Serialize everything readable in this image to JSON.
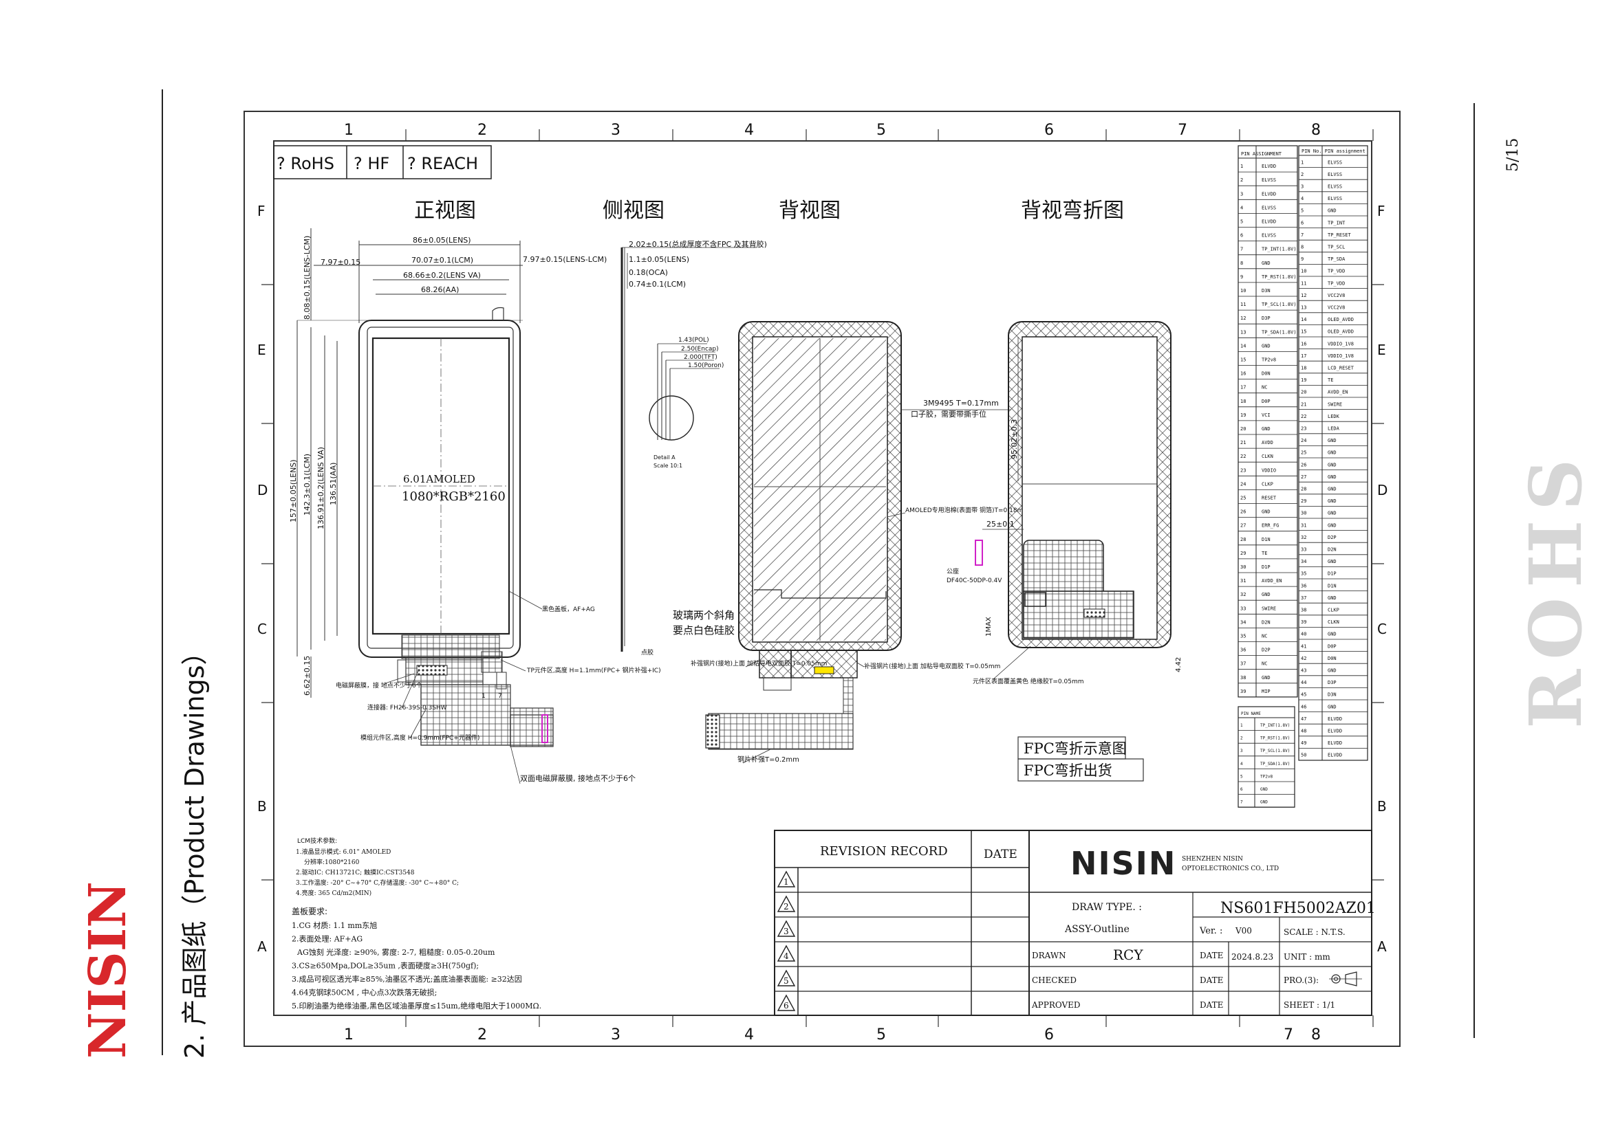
{
  "page": {
    "page_number": "5/15",
    "brand": "NISIN",
    "section_title": "2. 产品图纸（Product Drawings）",
    "watermark": "ROHS"
  },
  "colors": {
    "brand_red": "#d8272b",
    "ink": "#111111",
    "watermark": "#d6d6d6",
    "highlight": "#ffe600",
    "magenta": "#d020c8"
  },
  "grid": {
    "columns": [
      "1",
      "2",
      "3",
      "4",
      "5",
      "6",
      "7",
      "8"
    ],
    "rows": [
      "F",
      "E",
      "D",
      "C",
      "B",
      "A"
    ]
  },
  "compliance": [
    "? RoHS",
    "? HF",
    "? REACH"
  ],
  "views": {
    "front": "正视图",
    "side": "侧视图",
    "back": "背视图",
    "back_bent": "背视弯折图"
  },
  "front_dims": {
    "lens_w": "86±0.05(LENS)",
    "lcm_w": "70.07±0.1(LCM)",
    "va_w": "68.66±0.2(LENS VA)",
    "aa_w": "68.26(AA)",
    "left_gap": "7.97±0.15",
    "right_gap": "7.97±0.15(LENS-LCM)",
    "top_gap": "8.08±0.15(LENS-LCM)",
    "lens_h": "157±0.05(LENS)",
    "lcm_h": "142.3±0.1(LCM)",
    "va_h": "136.91±0.2(LENS VA)",
    "aa_h": "136.51(AA)",
    "bottom_gap": "6.62±0.15",
    "display_size": "6.01AMOLED",
    "resolution": "1080*RGB*2160",
    "note_cover": "黑色盖板，AF+AG",
    "note_tp": "TP元件区,高度 H=1.1mm(FPC+ 钢片补强+IC)",
    "note_shield": "电磁屏蔽膜，接 地点不少于6个",
    "note_connector": "连接器: FH26-39S-0.3SHW",
    "note_module": "模组元件区,高度 H=0.9mm(FPC+元器件)",
    "note_emi": "双面电磁屏蔽膜, 接地点不少于6个",
    "pin1": "1",
    "pin7": "7"
  },
  "side_dims": {
    "total": "2.02±0.15(总成厚度不含FPC 及其背胶)",
    "lens": "1.1±0.05(LENS)",
    "oca": "0.18(OCA)",
    "lcm": "0.74±0.1(LCM)",
    "pol": "1.43(POL)",
    "encap": "2.50(Encap)",
    "tft": "2.000(TFT)",
    "poron": "1.50(Poron)",
    "detail": "Detail A",
    "scale": "Scale 10:1",
    "glue": "点胶",
    "glass_note1": "玻璃两个斜角",
    "glass_note2": "要点白色硅胶"
  },
  "back_notes": {
    "tape": "3M9495 T=0.17mm",
    "tape2": "口子胶，需要带撕手位",
    "foam": "AMOLED专用泡棉(表面带 铜箔)T=0.18mm",
    "stiffener1": "补强钢片(接地)上面 加粘导电双面胶 T=0.05mm",
    "stiffener2": "补强钢片(接地)上面 加粘导电双面胶 T=0.05mm",
    "steel": "钢片补强T=0.2mm",
    "female": "公座",
    "connector": "DF40C-50DP-0.4V",
    "dim_25": "25±0.1",
    "dim_95": "95.02±0.3",
    "dim_1max": "1MAX",
    "dim_442": "4.42",
    "tape_black": "元件区表面覆盖黄色 绝缘胶T=0.05mm",
    "fpc_bend": "FPC弯折示意图",
    "fpc_ship": "FPC弯折出货"
  },
  "pin_table_1": {
    "headers": [
      "PIN",
      "ASSIGNMENT"
    ],
    "rows": [
      [
        "1",
        "ELVDD"
      ],
      [
        "2",
        "ELVSS"
      ],
      [
        "3",
        "ELVDD"
      ],
      [
        "4",
        "ELVSS"
      ],
      [
        "5",
        "ELVDD"
      ],
      [
        "6",
        "ELVSS"
      ],
      [
        "7",
        "TP_INT(1.8V)"
      ],
      [
        "8",
        "GND"
      ],
      [
        "9",
        "TP_RST(1.8V)"
      ],
      [
        "10",
        "D3N"
      ],
      [
        "11",
        "TP_SCL(1.8V)"
      ],
      [
        "12",
        "D3P"
      ],
      [
        "13",
        "TP_SDA(1.8V)"
      ],
      [
        "14",
        "GND"
      ],
      [
        "15",
        "TP2v8"
      ],
      [
        "16",
        "D0N"
      ],
      [
        "17",
        "NC"
      ],
      [
        "18",
        "D0P"
      ],
      [
        "19",
        "VCI"
      ],
      [
        "20",
        "GND"
      ],
      [
        "21",
        "AVDD"
      ],
      [
        "22",
        "CLKN"
      ],
      [
        "23",
        "VDDIO"
      ],
      [
        "24",
        "CLKP"
      ],
      [
        "25",
        "RESET"
      ],
      [
        "26",
        "GND"
      ],
      [
        "27",
        "ERR_FG"
      ],
      [
        "28",
        "D1N"
      ],
      [
        "29",
        "TE"
      ],
      [
        "30",
        "D1P"
      ],
      [
        "31",
        "AVDD_EN"
      ],
      [
        "32",
        "GND"
      ],
      [
        "33",
        "SWIRE"
      ],
      [
        "34",
        "D2N"
      ],
      [
        "35",
        "NC"
      ],
      [
        "36",
        "D2P"
      ],
      [
        "37",
        "NC"
      ],
      [
        "38",
        "GND"
      ],
      [
        "39",
        "MIP"
      ]
    ]
  },
  "pin_table_2": {
    "headers": [
      "PIN No.",
      "PIN assignment"
    ],
    "rows": [
      [
        "1",
        "ELVSS"
      ],
      [
        "2",
        "ELVSS"
      ],
      [
        "3",
        "ELVSS"
      ],
      [
        "4",
        "ELVSS"
      ],
      [
        "5",
        "GND"
      ],
      [
        "6",
        "TP_INT"
      ],
      [
        "7",
        "TP_RESET"
      ],
      [
        "8",
        "TP_SCL"
      ],
      [
        "9",
        "TP_SDA"
      ],
      [
        "10",
        "TP_VDD"
      ],
      [
        "11",
        "TP_VDD"
      ],
      [
        "12",
        "VCC2V8"
      ],
      [
        "13",
        "VCC2V8"
      ],
      [
        "14",
        "OLED_AVDD"
      ],
      [
        "15",
        "OLED_AVDD"
      ],
      [
        "16",
        "VDDIO_1V8"
      ],
      [
        "17",
        "VDDIO_1V8"
      ],
      [
        "18",
        "LCD_RESET"
      ],
      [
        "19",
        "TE"
      ],
      [
        "20",
        "AVDD_EN"
      ],
      [
        "21",
        "SWIRE"
      ],
      [
        "22",
        "LEDK"
      ],
      [
        "23",
        "LEDA"
      ],
      [
        "24",
        "GND"
      ],
      [
        "25",
        "GND"
      ],
      [
        "26",
        "GND"
      ],
      [
        "27",
        "GND"
      ],
      [
        "28",
        "GND"
      ],
      [
        "29",
        "GND"
      ],
      [
        "30",
        "GND"
      ],
      [
        "31",
        "GND"
      ],
      [
        "32",
        "D2P"
      ],
      [
        "33",
        "D2N"
      ],
      [
        "34",
        "GND"
      ],
      [
        "35",
        "D1P"
      ],
      [
        "36",
        "D1N"
      ],
      [
        "37",
        "GND"
      ],
      [
        "38",
        "CLKP"
      ],
      [
        "39",
        "CLKN"
      ],
      [
        "40",
        "GND"
      ],
      [
        "41",
        "D0P"
      ],
      [
        "42",
        "D0N"
      ],
      [
        "43",
        "GND"
      ],
      [
        "44",
        "D3P"
      ],
      [
        "45",
        "D3N"
      ],
      [
        "46",
        "GND"
      ],
      [
        "47",
        "ELVDD"
      ],
      [
        "48",
        "ELVDD"
      ],
      [
        "49",
        "ELVDD"
      ],
      [
        "50",
        "ELVDD"
      ]
    ]
  },
  "pin_table_3": {
    "headers": [
      "PIN NAME"
    ],
    "rows": [
      [
        "1",
        "TP_INT(1.8V)"
      ],
      [
        "2",
        "TP_RST(1.8V)"
      ],
      [
        "3",
        "TP_SCL(1.8V)"
      ],
      [
        "4",
        "TP_SDA(1.8V)"
      ],
      [
        "5",
        "TP2v8"
      ],
      [
        "6",
        "GND"
      ],
      [
        "7",
        "GND"
      ]
    ]
  },
  "notes_lcm": {
    "title": "LCM技术参数:",
    "lines": [
      "1.液晶显示模式: 6.01\" AMOLED",
      "分辨率:1080*2160",
      "2.驱动IC: CH13721C; 触摸IC:CST3548",
      "3.工作温度: -20° C~+70° C,存储温度: -30° C~+80° C;",
      "4.亮度: 365 Cd/m2(MIN)"
    ]
  },
  "notes_cover": {
    "title": "盖板要求:",
    "lines": [
      "1.CG 材质: 1.1 mm东旭",
      "2.表面处理: AF+AG",
      "AG蚀刻    光泽度: ≥90%, 雾度: 2-7, 粗糙度: 0.05-0.20um",
      "3.CS≥650Mpa,DOL≥35um ,表面硬度≥3H(750gf);",
      "3.成品可视区透光率≥85%,油墨区不透光;盖底油墨表面能: ≥32达因",
      "4.64克钢球50CM , 中心点3次跌落无破损;",
      "5.印刷油墨为绝缘油墨,黑色区域油墨厚度≤15um,绝缘电阻大于1000MΩ."
    ]
  },
  "title_block": {
    "revision_record": "REVISION RECORD",
    "date": "DATE",
    "revisions": [
      "1",
      "2",
      "3",
      "4",
      "5",
      "6"
    ],
    "company_logo": "NISIN",
    "company_name1": "SHENZHEN NISIN",
    "company_name2": "OPTOELECTRONICS CO., LTD",
    "draw_type_label": "DRAW TYPE. :",
    "draw_type": "ASSY-Outline",
    "part_no": "NS601FH5002AZ01",
    "ver_label": "Ver. :",
    "ver": "V00",
    "scale_label": "SCALE : N.T.S.",
    "drawn_label": "DRAWN",
    "drawn": "RCY",
    "date_label": "DATE",
    "drawn_date": "2024.8.23",
    "unit_label": "UNIT : mm",
    "checked_label": "CHECKED",
    "pro_label": "PRO.(3):",
    "approved_label": "APPROVED",
    "sheet_label": "SHEET : 1/1"
  }
}
